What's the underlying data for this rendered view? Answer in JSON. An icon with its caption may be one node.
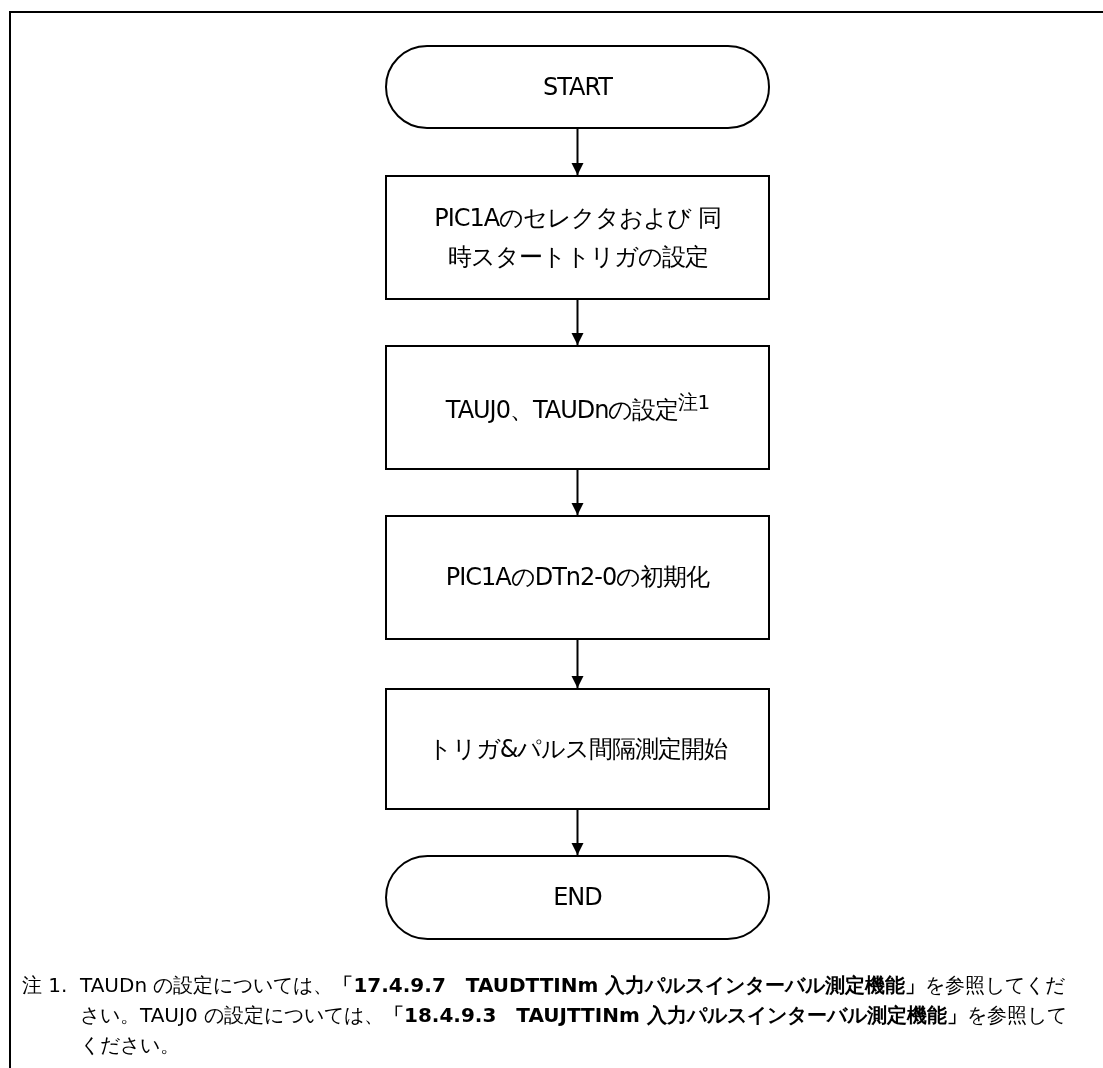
{
  "diagram": {
    "nodes": [
      {
        "text": [
          "START"
        ]
      },
      {
        "text": [
          "PIC1Aのセレクタおよび 同時スタートトリガの設定"
        ]
      },
      {
        "text": [
          "TAUJ0、TAUDnの設定$^{注1}$"
        ]
      },
      {
        "text": [
          "PIC1AのDTn2-0の初期化"
        ]
      },
      {
        "text": [
          "トリガ&パルス間隔測定開始"
        ]
      },
      {
        "text": [
          "END"
        ]
      }
    ],
    "edges": [
      {
        "from": 0,
        "to": 1,
        "arrow": "to"
      },
      {
        "from": 1,
        "to": 2,
        "arrow": "to"
      },
      {
        "from": 2,
        "to": 3,
        "arrow": "to"
      },
      {
        "from": 3,
        "to": 4,
        "arrow": "to"
      },
      {
        "from": 4,
        "to": 5,
        "arrow": "to"
      }
    ],
    "labels": [
      "注 1.",
      "TAUDn の設定については、**「17.4.9.7　TAUDTTINm 入力パルスインターバル測定機能」**を参照してください。TAUJ0 の設定については、**「18.4.9.3　TAUJTTINm 入力パルスインターバル測定機能」**を参照してください。"
    ]
  }
}
